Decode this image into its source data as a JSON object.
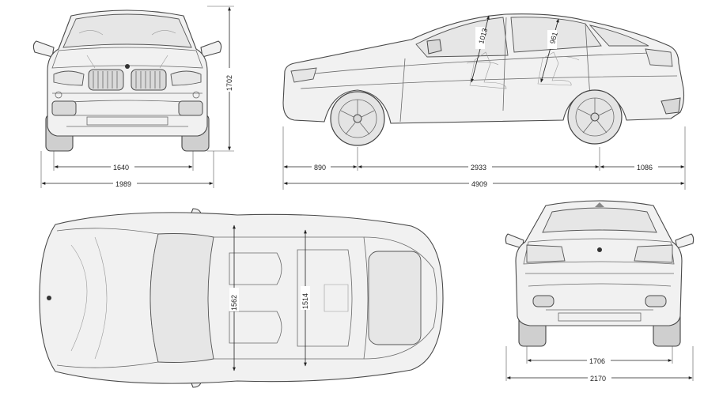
{
  "dimensions": {
    "front_height": "1702",
    "front_track": "1640",
    "front_width": "1989",
    "front_overhang": "890",
    "wheelbase": "2933",
    "rear_overhang": "1086",
    "overall_length": "4909",
    "front_headroom": "1013",
    "rear_headroom": "961",
    "front_shoulder_width": "1562",
    "rear_shoulder_width": "1514",
    "rear_track": "1706",
    "width_with_mirrors": "2170"
  },
  "icons": {
    "badge": "bmw-roundel-icon",
    "arrow": "dimension-arrow-icon"
  }
}
